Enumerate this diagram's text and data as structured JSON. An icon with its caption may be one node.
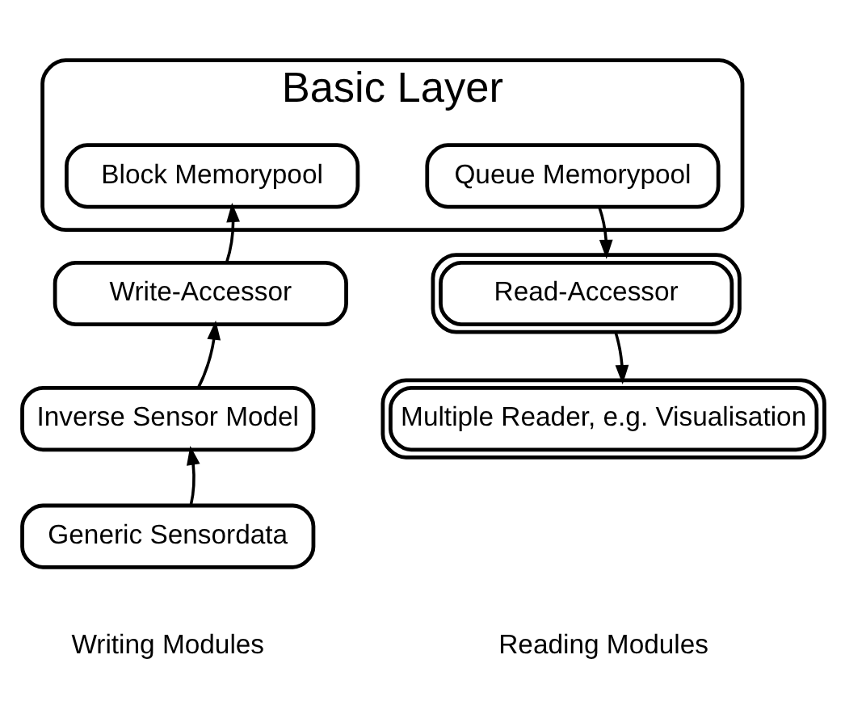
{
  "diagram": {
    "nodes": [
      {
        "text": [
          "Basic Layer"
        ]
      },
      {
        "text": [
          "Block Memorypool"
        ],
        "in": 0
      },
      {
        "text": [
          "Queue Memorypool"
        ],
        "in": 0
      },
      {
        "text": [
          "Write-Accessor"
        ]
      },
      {
        "text": [
          "Inverse Sensor Model"
        ]
      },
      {
        "text": [
          "Generic Sensordata"
        ]
      },
      {
        "text": [
          "Read-Accessor"
        ]
      },
      {
        "text": [
          "Multiple Reader, e.g. Visualisation"
        ]
      }
    ],
    "edges": [
      {
        "from": 5,
        "to": 4,
        "arrow": "to"
      },
      {
        "from": 4,
        "to": 3,
        "arrow": "to"
      },
      {
        "from": 3,
        "to": 1,
        "arrow": "to"
      },
      {
        "from": 2,
        "to": 6,
        "arrow": "to"
      },
      {
        "from": 6,
        "to": 7,
        "arrow": "to"
      }
    ],
    "labels": [
      "Writing Modules",
      "Reading Modules"
    ]
  }
}
